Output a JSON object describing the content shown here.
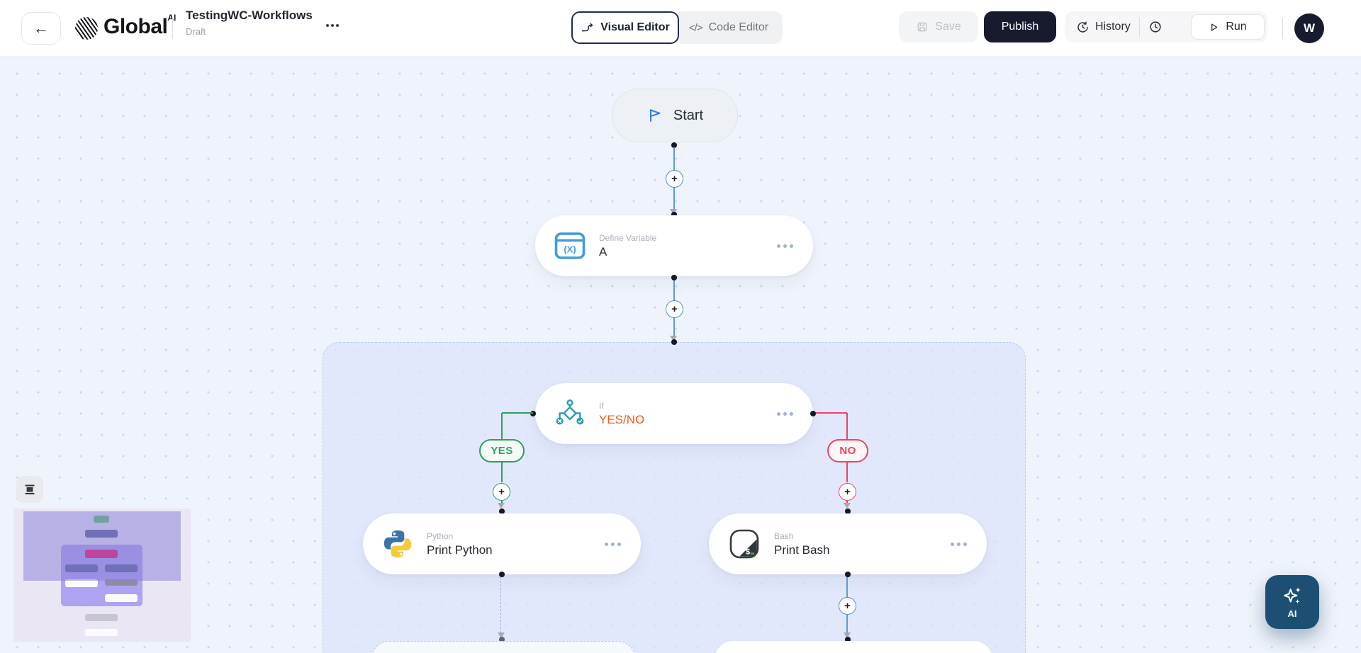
{
  "header": {
    "back_icon": "←",
    "brand": {
      "name": "Global",
      "suffix": "AI"
    },
    "workflow": {
      "title": "TestingWC-Workflows",
      "status": "Draft"
    },
    "tabs": {
      "visual": "Visual Editor",
      "code": "Code Editor",
      "code_icon_glyph": "</>"
    },
    "actions": {
      "save": "Save",
      "publish": "Publish",
      "history": "History",
      "run": "Run"
    },
    "avatar_initial": "W"
  },
  "canvas": {
    "plus_glyph": "+",
    "start": {
      "label": "Start"
    },
    "define_variable": {
      "type_label": "Define Variable",
      "name": "A"
    },
    "condition": {
      "type_label": "If",
      "name": "YES/NO"
    },
    "branches": {
      "yes": "YES",
      "no": "NO"
    },
    "python": {
      "type_label": "Python",
      "name": "Print Python"
    },
    "bash": {
      "type_label": "Bash",
      "name": "Print Bash"
    }
  },
  "ai_assistant": {
    "label": "AI"
  },
  "colors": {
    "accent_blue": "#4a90d9",
    "yes_green": "#2f9e5f",
    "no_red": "#ee4166",
    "condition_orange": "#f4581c",
    "publish_navy": "#181a2e",
    "ai_button_blue": "#1d4e74"
  }
}
